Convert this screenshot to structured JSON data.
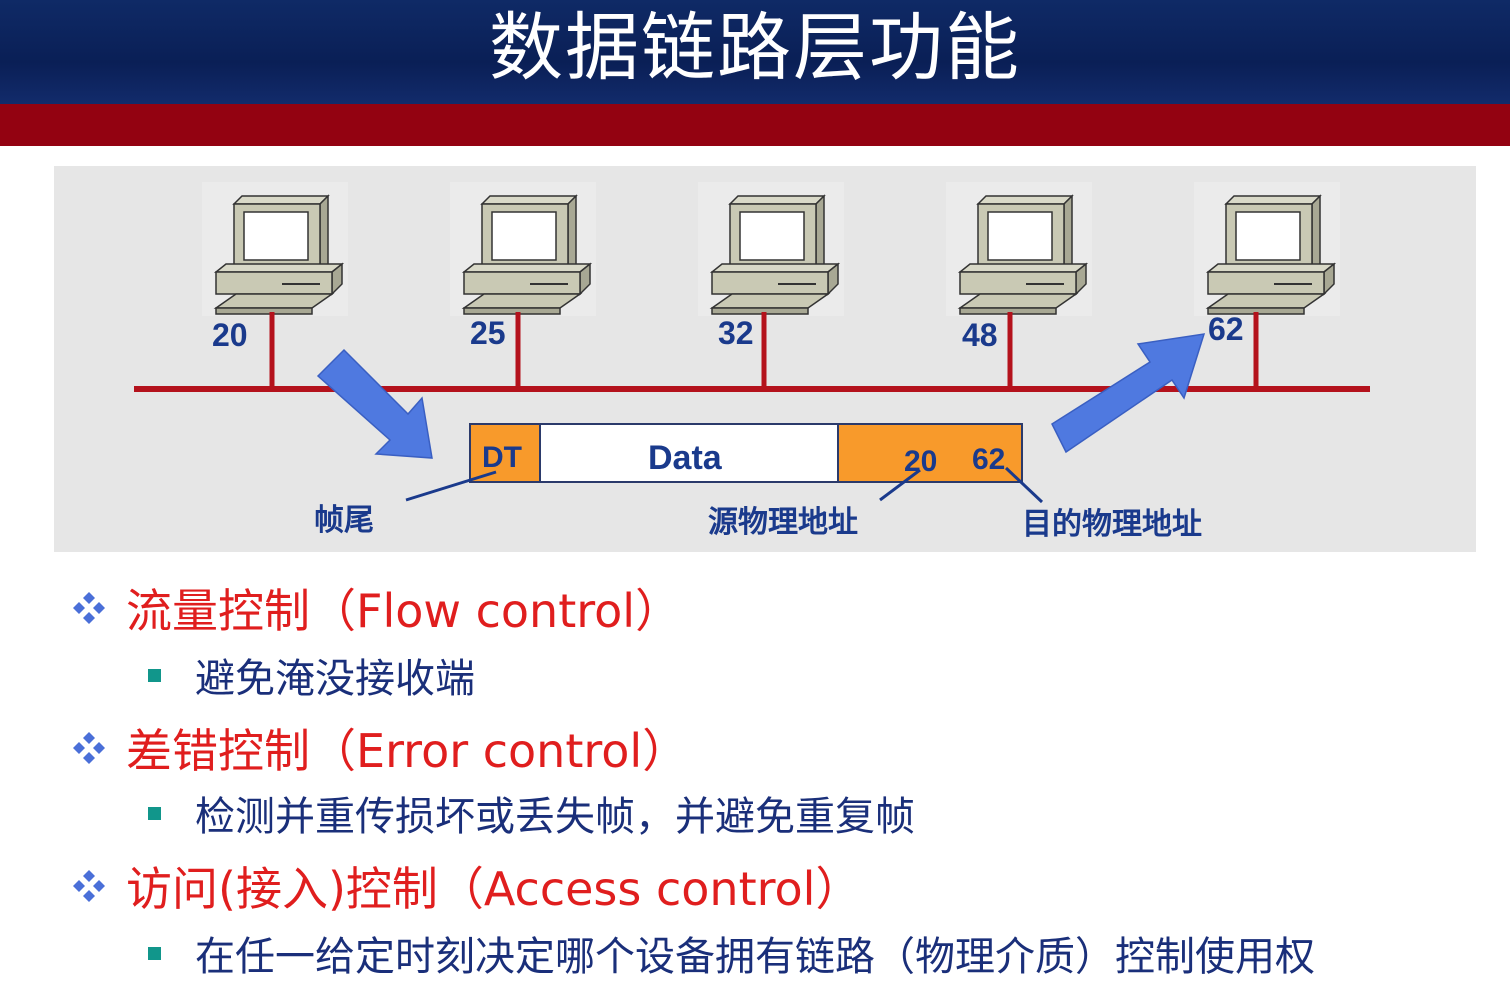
{
  "title": "数据链路层功能",
  "diagram": {
    "hosts": [
      {
        "address": "20"
      },
      {
        "address": "25"
      },
      {
        "address": "32"
      },
      {
        "address": "48"
      },
      {
        "address": "62"
      }
    ],
    "frame": {
      "trailer_label": "DT",
      "data_label": "Data",
      "source_address": "20",
      "destination_address": "62"
    },
    "callouts": {
      "trailer": "帧尾",
      "source": "源物理地址",
      "destination": "目的物理地址"
    },
    "colors": {
      "bus": "#b4121c",
      "frame_header": "#f89a2b",
      "arrow": "#4f79e0",
      "label": "#1a3a8c"
    }
  },
  "bullets": [
    {
      "heading": "流量控制（Flow control）",
      "detail": "避免淹没接收端"
    },
    {
      "heading": "差错控制（Error control）",
      "detail": "检测并重传损坏或丢失帧，并避免重复帧"
    },
    {
      "heading": "访问(接入)控制（Access control）",
      "detail": "在任一给定时刻决定哪个设备拥有链路（物理介质）控制使用权"
    }
  ]
}
